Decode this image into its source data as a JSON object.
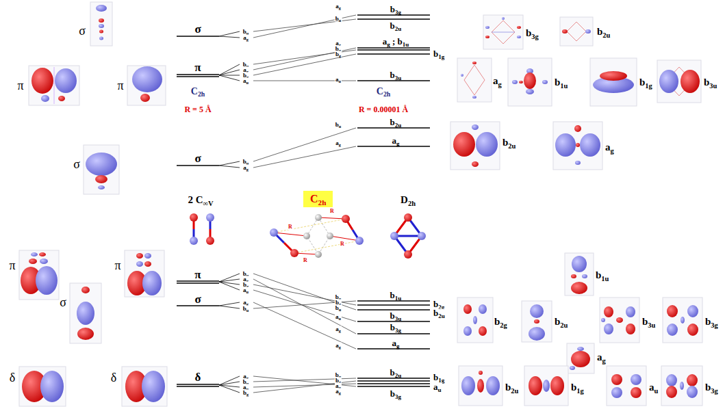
{
  "diagram": {
    "nodes": [
      {
        "text": [
          "C2h"
        ]
      }
    ],
    "labels": [
      "σ",
      "π",
      "π",
      "σ",
      "bu",
      "ag",
      "π",
      "bu",
      "ag",
      "bg",
      "au",
      "C2h",
      "R = 5 Å",
      "ag",
      "b3g",
      "bu",
      "b2u",
      "ag",
      "bu",
      "bg",
      "ag ; b1u",
      "b1g",
      "au",
      "b3u",
      "C2h",
      "R = 0.00001 Å",
      "b3g",
      "b2u",
      "ag",
      "b1u",
      "b1g",
      "b3u",
      "σ",
      "σ",
      "bu",
      "ag",
      "bu",
      "b2u",
      "ag",
      "ag",
      "b2u",
      "ag",
      "2 C∞V",
      "D2h",
      "π",
      "π",
      "σ",
      "δ",
      "δ",
      "π",
      "bu",
      "ag",
      "bg",
      "au",
      "σ",
      "ag",
      "bu",
      "δ",
      "ag",
      "bu",
      "au",
      "bg",
      "bu",
      "b1u",
      "bg",
      "b2g",
      "bu",
      "b2u",
      "au",
      "b3u",
      "ag",
      "b3g",
      "ag",
      "ag",
      "bu",
      "b2u",
      "bg",
      "b1g",
      "au",
      "au",
      "ag",
      "b3g",
      "b1u",
      "b2g",
      "b2u",
      "b3u",
      "b3g",
      "ag",
      "b2u",
      "b1g",
      "au",
      "b3g",
      "R",
      "R",
      "R",
      "R"
    ]
  }
}
